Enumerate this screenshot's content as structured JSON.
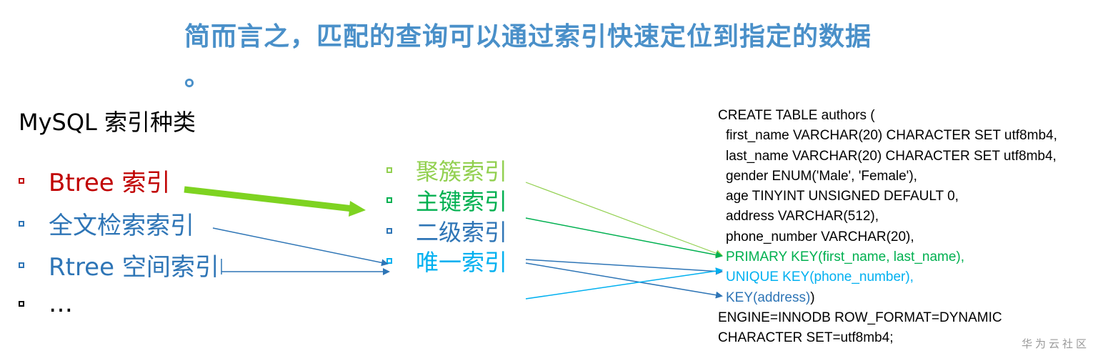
{
  "title": "简而言之，匹配的查询可以通过索引快速定位到指定的数据",
  "title_trailing": "。",
  "subtitle": "MySQL 索引种类",
  "left_list": [
    {
      "label": "Btree 索引",
      "color": "#c00000"
    },
    {
      "label": "全文检索索引",
      "color": "#2e75b6"
    },
    {
      "label": "Rtree 空间索引",
      "color": "#2e75b6"
    },
    {
      "label": "…",
      "color": "#000000"
    }
  ],
  "middle_list": [
    {
      "label": "聚簇索引",
      "color": "#92d050"
    },
    {
      "label": "主键索引",
      "color": "#00b050"
    },
    {
      "label": "二级索引",
      "color": "#2e75b6"
    },
    {
      "label": "唯一索引",
      "color": "#00b0f0"
    }
  ],
  "sql": [
    {
      "text": "CREATE TABLE authors (",
      "color": "#000000",
      "indent": false
    },
    {
      "text": "first_name VARCHAR(20) CHARACTER SET utf8mb4,",
      "color": "#000000",
      "indent": true
    },
    {
      "text": "last_name VARCHAR(20) CHARACTER SET utf8mb4,",
      "color": "#000000",
      "indent": true
    },
    {
      "text": "gender ENUM('Male', 'Female'),",
      "color": "#000000",
      "indent": true
    },
    {
      "text": "age TINYINT UNSIGNED DEFAULT 0,",
      "color": "#000000",
      "indent": true
    },
    {
      "text": "address VARCHAR(512),",
      "color": "#000000",
      "indent": true
    },
    {
      "text": "phone_number VARCHAR(20),",
      "color": "#000000",
      "indent": true
    },
    {
      "text": "PRIMARY KEY(first_name, last_name),",
      "color": "#00b050",
      "indent": true
    },
    {
      "text": "UNIQUE KEY(phone_number),",
      "color": "#00b0f0",
      "indent": true
    },
    {
      "text": "KEY(address)",
      "color": "#2e75b6",
      "indent": true,
      "suffix": ")"
    },
    {
      "text": "ENGINE=INNODB ROW_FORMAT=DYNAMIC",
      "color": "#000000",
      "indent": false
    },
    {
      "text": "CHARACTER SET=utf8mb4;",
      "color": "#000000",
      "indent": false
    }
  ],
  "watermark": "华为云社区",
  "colors": {
    "title": "#4a90c9",
    "thick_arrow": "#7ed321",
    "arrow_light_green": "#92d050",
    "arrow_green": "#00b050",
    "arrow_blue": "#2e75b6",
    "arrow_cyan": "#00b0f0"
  }
}
